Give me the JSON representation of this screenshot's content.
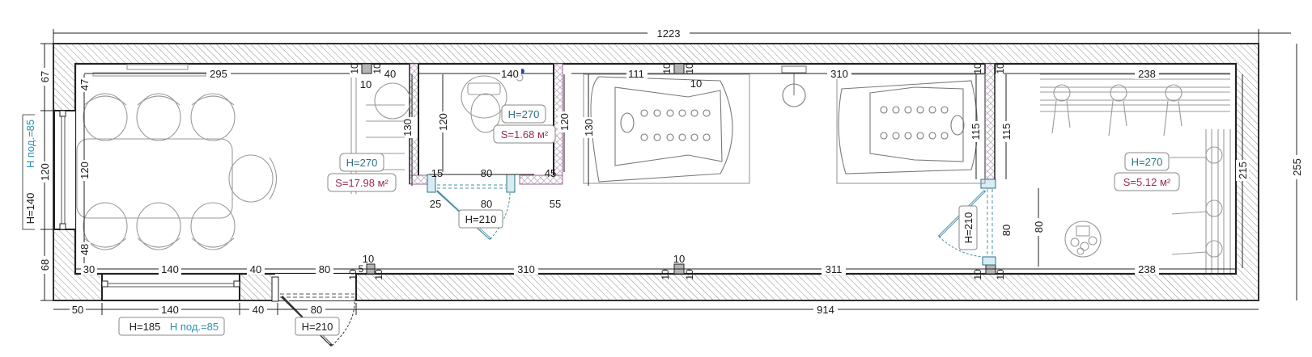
{
  "drawing": {
    "type": "floor-plan",
    "overall_width": "1223",
    "overall_height": "255",
    "inner_height": "215",
    "bottom_span": "914"
  },
  "dimensions": {
    "top": {
      "d295": "295",
      "d10a": "10",
      "d10b": "10",
      "d40": "40",
      "d10c": "10",
      "d140": "140",
      "d111": "111",
      "d10d": "10",
      "d10e": "10",
      "d10f": "10",
      "d310": "310",
      "d10g": "10",
      "d10h": "10",
      "d238": "238"
    },
    "left": {
      "d67": "67",
      "d120": "120",
      "d68": "68",
      "d47": "47",
      "d120i": "120",
      "d48": "48"
    },
    "bottom_inner": {
      "d30": "30",
      "d140": "140",
      "d40": "40",
      "d80": "80",
      "d10a": "10",
      "d5": "5",
      "d10b": "10",
      "d10c": "10",
      "d310": "310",
      "d10d": "10",
      "d10e": "10",
      "d10f": "10",
      "d311": "311",
      "d10g": "10",
      "d10h": "10",
      "d238": "238"
    },
    "bottom_outer": {
      "d50": "50",
      "d140": "140",
      "d40": "40",
      "d80": "80",
      "d914": "914"
    },
    "wc": {
      "d130a": "130",
      "d120a": "120",
      "d120b": "120",
      "d130b": "130",
      "d15": "15",
      "d80a": "80",
      "d45": "45",
      "d25": "25",
      "d80b": "80",
      "d55": "55"
    },
    "sauna": {
      "d115a": "115",
      "d115b": "115",
      "d80a": "80",
      "d80b": "80",
      "d215": "215"
    }
  },
  "rooms": [
    {
      "name": "living",
      "height_label": "H=270",
      "area_label": "S=17.98 м²"
    },
    {
      "name": "wc",
      "height_label": "H=270",
      "area_label": "S=1.68 м²"
    },
    {
      "name": "sauna",
      "height_label": "H=270",
      "area_label": "S=5.12 м²"
    }
  ],
  "windows": {
    "left": {
      "height_label": "H=140",
      "sill_label": "H под.=85"
    },
    "bottom": {
      "height_label": "H=185",
      "sill_label": "H под.=85"
    }
  },
  "doors": {
    "entrance": {
      "height_label": "H=210"
    },
    "wc": {
      "height_label": "H=210"
    },
    "sauna": {
      "height_label": "H=210"
    }
  },
  "colors": {
    "wall_hatch": "#6e6e6e",
    "partition": "#a0649a",
    "height_tag": "#2c6f86",
    "area_tag": "#9b2a4a",
    "sill_tag": "#2c8fb3",
    "door_leaf": "#4a90a8"
  }
}
